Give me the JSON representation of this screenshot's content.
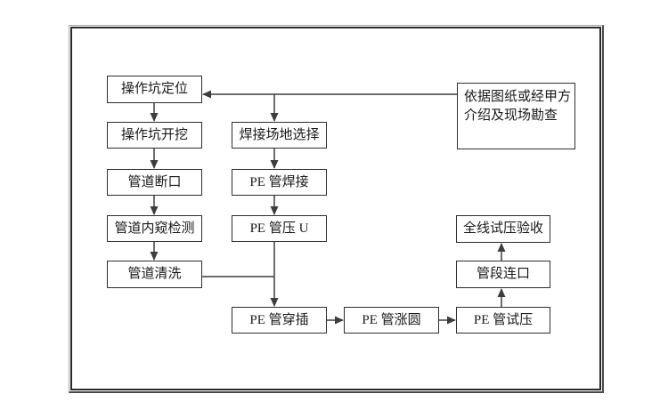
{
  "diagram": {
    "title_hidden": "",
    "type": "flowchart"
  },
  "colors": {
    "line": "#3d3d3d",
    "box_border": "#2e2e2e",
    "box_fill": "#ffffff",
    "frame_dark": "#2a2a2a",
    "frame_light": "#a6a6a6",
    "background": "#ffffff"
  },
  "nodes": [
    {
      "id": "pit-positioning",
      "label": "操作坑定位"
    },
    {
      "id": "pit-excavation",
      "label": "操作坑开挖"
    },
    {
      "id": "pipe-cut",
      "label": "管道断口"
    },
    {
      "id": "pipe-endoscopic-inspection",
      "label": "管道内窥检测"
    },
    {
      "id": "pipe-cleaning",
      "label": "管道清洗"
    },
    {
      "id": "welding-site-selection",
      "label": "焊接场地选择"
    },
    {
      "id": "pe-pipe-welding",
      "label": "PE 管焊接"
    },
    {
      "id": "pe-pipe-press-u",
      "label": "PE 管压 U"
    },
    {
      "id": "pe-pipe-insertion",
      "label": "PE 管穿插"
    },
    {
      "id": "pe-pipe-rounding",
      "label": "PE 管涨圆"
    },
    {
      "id": "pe-pipe-pressure-test",
      "label": "PE 管试压"
    },
    {
      "id": "pipe-section-connection",
      "label": "管段连口"
    },
    {
      "id": "full-line-pressure-acceptance",
      "label": "全线试压验收"
    },
    {
      "id": "survey-basis-note",
      "label": "依据图纸或经甲方\n介绍及现场勘查"
    }
  ]
}
